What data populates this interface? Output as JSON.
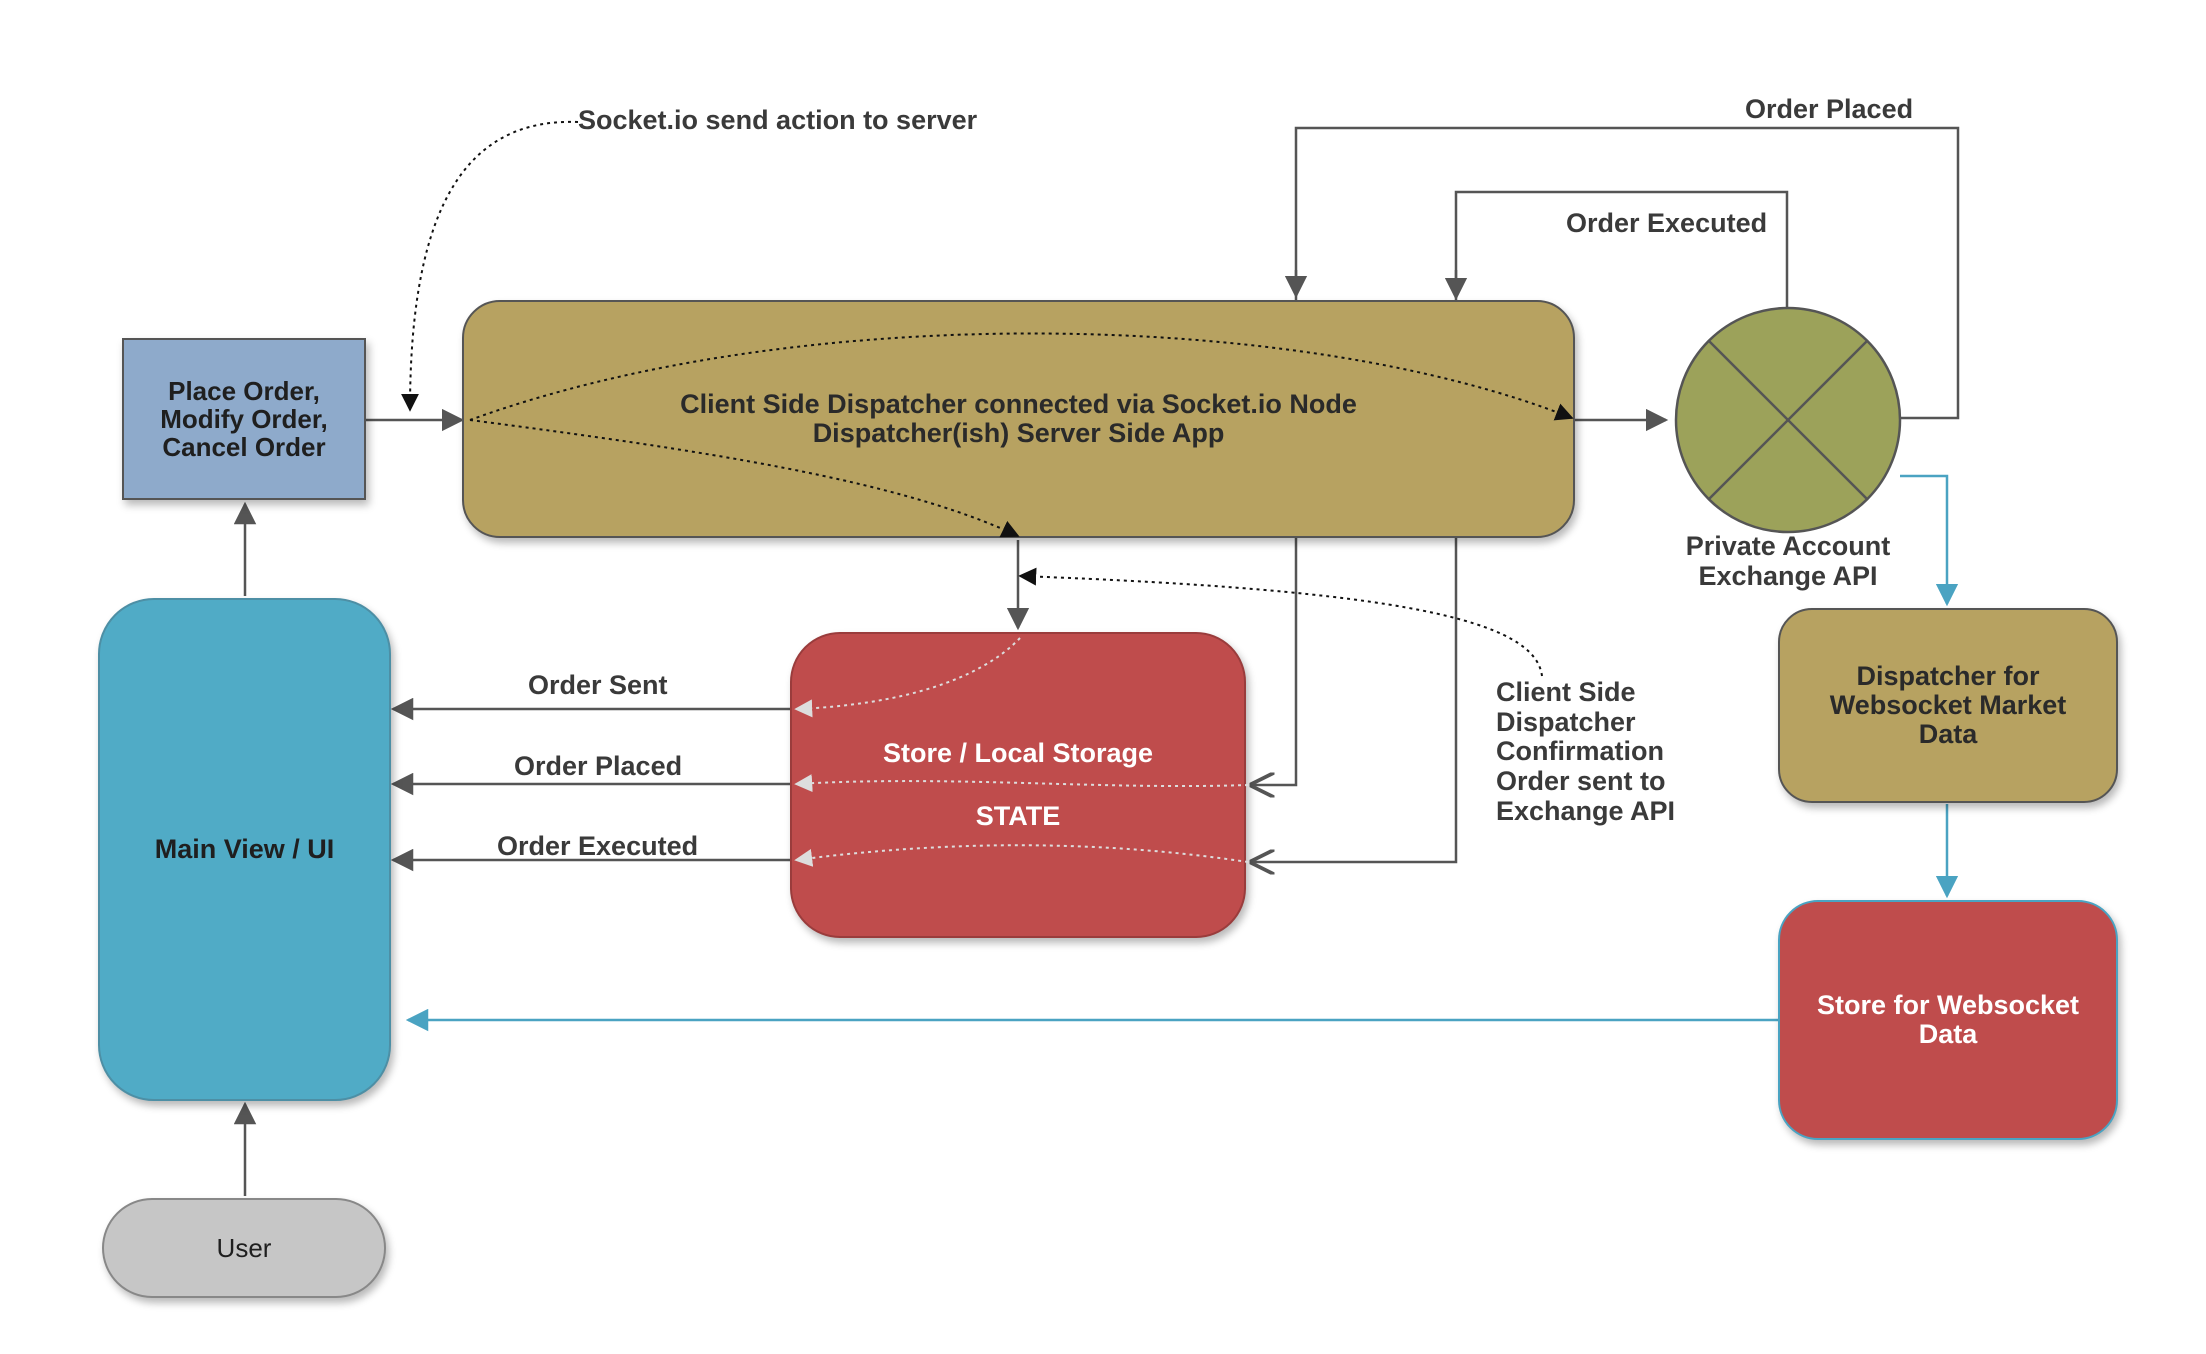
{
  "nodes": {
    "place_order": {
      "label": "Place Order,\nModify Order,\nCancel Order",
      "fill": "#8eaacb"
    },
    "dispatcher": {
      "label": "Client Side Dispatcher connected via Socket.io Node\nDispatcher(ish) Server Side App",
      "fill": "#b7a261"
    },
    "exchange_api": {
      "label": "Private Account\nExchange API",
      "fill": "#9ca25a"
    },
    "main_view": {
      "label": "Main View / UI",
      "fill": "#50abc6"
    },
    "store": {
      "label": "Store / Local Storage",
      "state_label": "STATE",
      "fill": "#bf4c4c"
    },
    "ws_dispatcher": {
      "label": "Dispatcher for\nWebsocket Market\nData",
      "fill": "#b7a261"
    },
    "ws_store": {
      "label": "Store for Websocket\nData",
      "fill": "#bf4c4c"
    },
    "user": {
      "label": "User",
      "fill": "#c6c6c6"
    }
  },
  "edge_labels": {
    "socket_send": "Socket.io send action to server",
    "order_placed_top": "Order Placed",
    "order_executed_top": "Order Executed",
    "order_sent": "Order Sent",
    "order_placed": "Order Placed",
    "order_executed": "Order Executed",
    "confirmation": "Client Side\nDispatcher\nConfirmation\nOrder sent to\nExchange API"
  },
  "colors": {
    "line": "#555555",
    "websocket_line": "#4aa3c2"
  }
}
